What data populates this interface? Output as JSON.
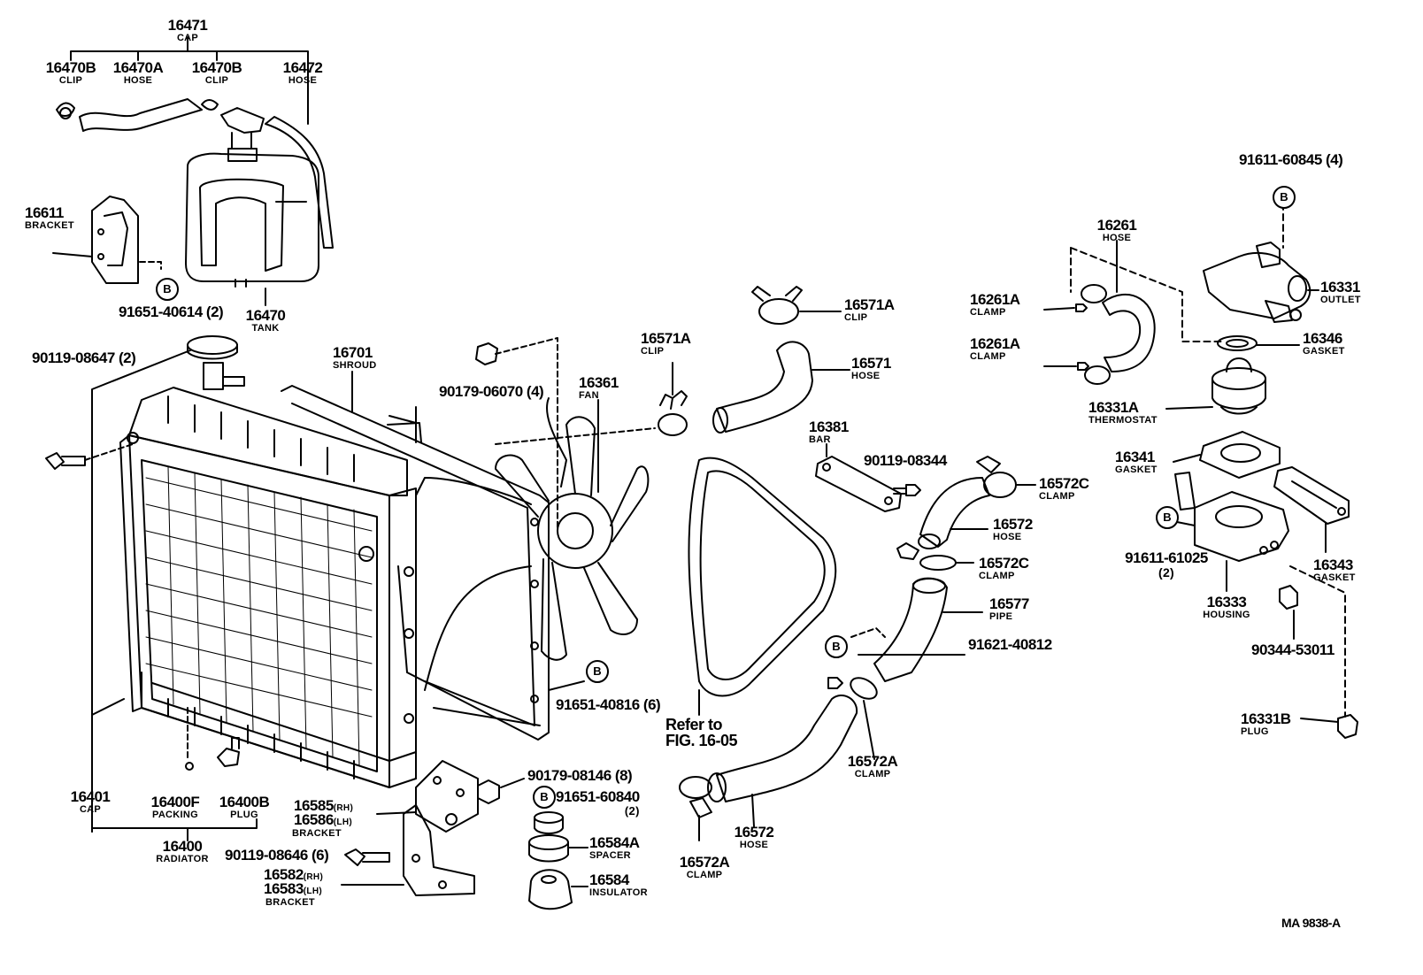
{
  "diagram": {
    "figure_ref": "MA 9838-A",
    "parts": [
      {
        "id": "p16471",
        "number": "16471",
        "name": "CAP"
      },
      {
        "id": "p16470B_1",
        "number": "16470B",
        "name": "CLIP"
      },
      {
        "id": "p16470A",
        "number": "16470A",
        "name": "HOSE"
      },
      {
        "id": "p16470B_2",
        "number": "16470B",
        "name": "CLIP"
      },
      {
        "id": "p16472",
        "number": "16472",
        "name": "HOSE"
      },
      {
        "id": "p16611",
        "number": "16611",
        "name": "BRACKET"
      },
      {
        "id": "p91651_40614",
        "number": "91651-40614 (2)",
        "name": ""
      },
      {
        "id": "p16470",
        "number": "16470",
        "name": "TANK"
      },
      {
        "id": "p90119_08647",
        "number": "90119-08647 (2)",
        "name": ""
      },
      {
        "id": "p16701",
        "number": "16701",
        "name": "SHROUD"
      },
      {
        "id": "p90179_06070",
        "number": "90179-06070 (4)",
        "name": ""
      },
      {
        "id": "p16361",
        "number": "16361",
        "name": "FAN"
      },
      {
        "id": "p16571A_1",
        "number": "16571A",
        "name": "CLIP"
      },
      {
        "id": "p16571A_2",
        "number": "16571A",
        "name": "CLIP"
      },
      {
        "id": "p16571",
        "number": "16571",
        "name": "HOSE"
      },
      {
        "id": "p16381",
        "number": "16381",
        "name": "BAR"
      },
      {
        "id": "p90119_08344",
        "number": "90119-08344",
        "name": ""
      },
      {
        "id": "p16572C_1",
        "number": "16572C",
        "name": "CLAMP"
      },
      {
        "id": "p16572_1",
        "number": "16572",
        "name": "HOSE"
      },
      {
        "id": "p16572C_2",
        "number": "16572C",
        "name": "CLAMP"
      },
      {
        "id": "p16577",
        "number": "16577",
        "name": "PIPE"
      },
      {
        "id": "p91621_40812",
        "number": "91621-40812",
        "name": ""
      },
      {
        "id": "p16261",
        "number": "16261",
        "name": "HOSE"
      },
      {
        "id": "p16261A_1",
        "number": "16261A",
        "name": "CLAMP"
      },
      {
        "id": "p16261A_2",
        "number": "16261A",
        "name": "CLAMP"
      },
      {
        "id": "p91611_60845",
        "number": "91611-60845 (4)",
        "name": ""
      },
      {
        "id": "p16331",
        "number": "16331",
        "name": "OUTLET"
      },
      {
        "id": "p16346",
        "number": "16346",
        "name": "GASKET"
      },
      {
        "id": "p16331A",
        "number": "16331A",
        "name": "THERMOSTAT"
      },
      {
        "id": "p16341",
        "number": "16341",
        "name": "GASKET"
      },
      {
        "id": "p91611_61025",
        "number": "91611-61025",
        "name": "(2)"
      },
      {
        "id": "p16343",
        "number": "16343",
        "name": "GASKET"
      },
      {
        "id": "p16333",
        "number": "16333",
        "name": "HOUSING"
      },
      {
        "id": "p90344_53011",
        "number": "90344-53011",
        "name": ""
      },
      {
        "id": "p16331B",
        "number": "16331B",
        "name": "PLUG"
      },
      {
        "id": "p91651_40816",
        "number": "91651-40816 (6)",
        "name": ""
      },
      {
        "id": "p16401",
        "number": "16401",
        "name": "CAP"
      },
      {
        "id": "p16400F",
        "number": "16400F",
        "name": "PACKING"
      },
      {
        "id": "p16400B",
        "number": "16400B",
        "name": "PLUG"
      },
      {
        "id": "p16400",
        "number": "16400",
        "name": "RADIATOR"
      },
      {
        "id": "p16585",
        "number": "16585",
        "name": "(RH)"
      },
      {
        "id": "p16586",
        "number": "16586",
        "name": "(LH)"
      },
      {
        "id": "p16585_bracket",
        "number": "",
        "name": "BRACKET"
      },
      {
        "id": "p90179_08146",
        "number": "90179-08146 (8)",
        "name": ""
      },
      {
        "id": "p91651_60840",
        "number": "91651-60840",
        "name": "(2)"
      },
      {
        "id": "p90119_08646",
        "number": "90119-08646 (6)",
        "name": ""
      },
      {
        "id": "p16582",
        "number": "16582",
        "name": "(RH)"
      },
      {
        "id": "p16583",
        "number": "16583",
        "name": "(LH)"
      },
      {
        "id": "p16582_bracket",
        "number": "",
        "name": "BRACKET"
      },
      {
        "id": "p16584A",
        "number": "16584A",
        "name": "SPACER"
      },
      {
        "id": "p16584",
        "number": "16584",
        "name": "INSULATOR"
      },
      {
        "id": "p16572A_1",
        "number": "16572A",
        "name": "CLAMP"
      },
      {
        "id": "p16572_2",
        "number": "16572",
        "name": "HOSE"
      },
      {
        "id": "p16572A_2",
        "number": "16572A",
        "name": "CLAMP"
      }
    ],
    "refer_to": {
      "line1": "Refer to",
      "line2": "FIG. 16-05"
    },
    "bolt_marker": "B"
  }
}
